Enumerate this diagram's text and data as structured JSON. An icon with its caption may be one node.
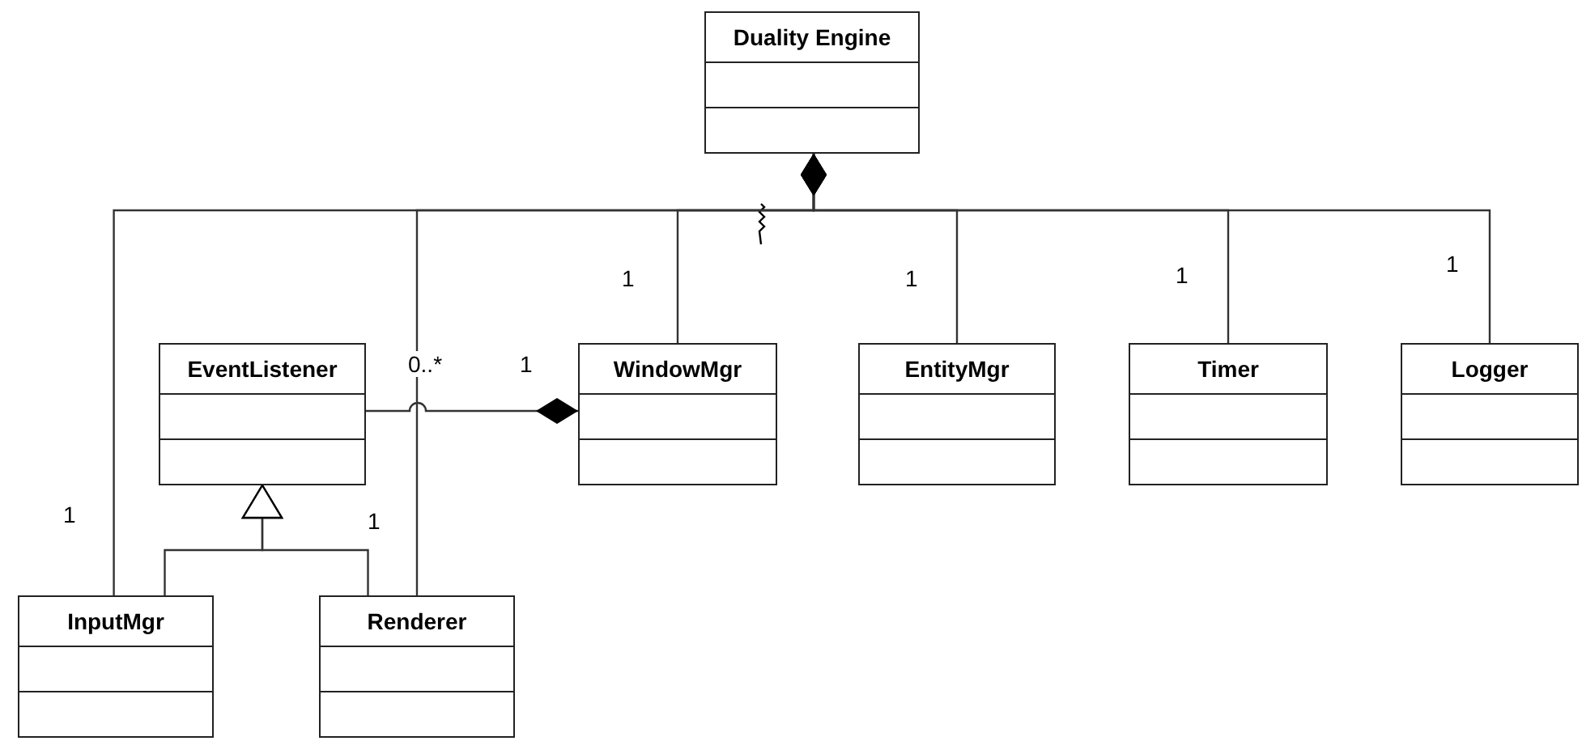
{
  "diagram": {
    "nodes": [
      {
        "text": [
          "Duality Engine"
        ]
      },
      {
        "text": [
          "EventListener"
        ]
      },
      {
        "text": [
          "WindowMgr"
        ]
      },
      {
        "text": [
          "EntityMgr"
        ]
      },
      {
        "text": [
          "Timer"
        ]
      },
      {
        "text": [
          "Logger"
        ]
      },
      {
        "text": [
          "InputMgr"
        ]
      },
      {
        "text": [
          "Renderer"
        ]
      }
    ],
    "edges": [
      {
        "from": 0,
        "to": 6,
        "arrow": "other",
        "label": "1"
      },
      {
        "from": 0,
        "to": 7,
        "arrow": "other",
        "label": "1"
      },
      {
        "from": 0,
        "to": 2,
        "arrow": "other",
        "label": "1"
      },
      {
        "from": 0,
        "to": 3,
        "arrow": "other",
        "label": "1"
      },
      {
        "from": 0,
        "to": 4,
        "arrow": "other",
        "label": "1"
      },
      {
        "from": 0,
        "to": 5,
        "arrow": "other",
        "label": "1"
      },
      {
        "from": 2,
        "to": 1,
        "arrow": "other",
        "label": "0..*"
      },
      {
        "from": 6,
        "to": 1,
        "arrow": "to"
      },
      {
        "from": 7,
        "to": 1,
        "arrow": "to"
      }
    ],
    "labels": [
      "1"
    ]
  }
}
